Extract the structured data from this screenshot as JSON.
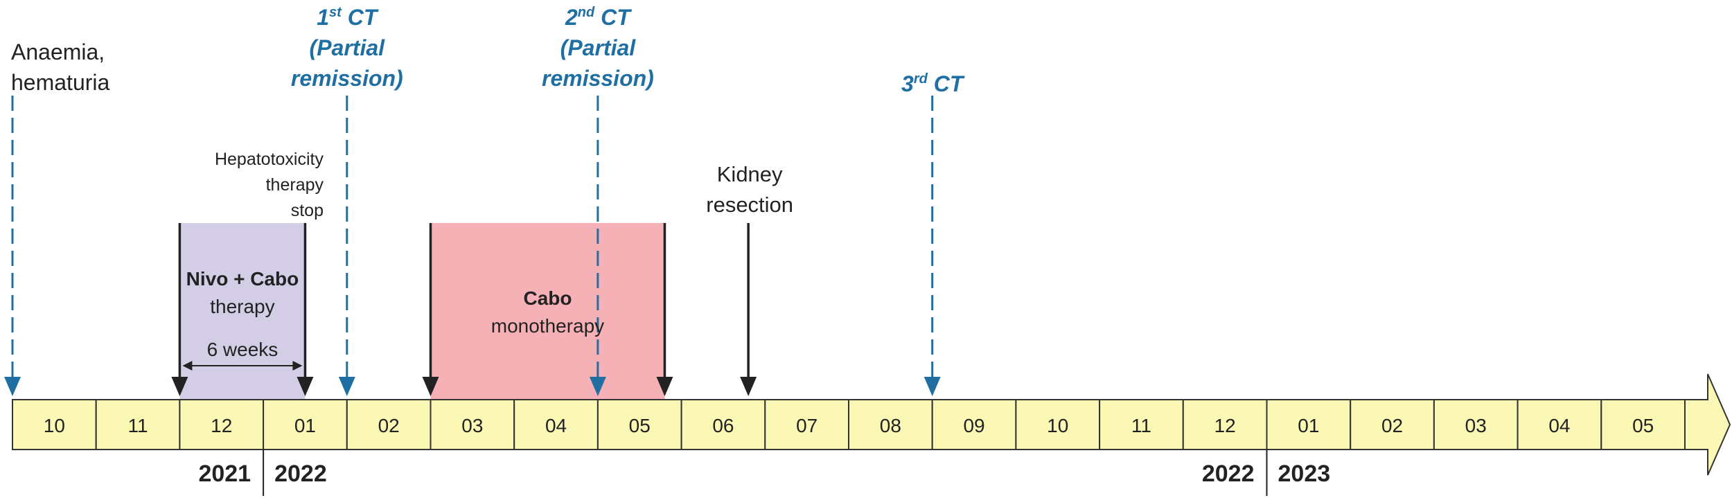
{
  "months": [
    "10",
    "11",
    "12",
    "01",
    "02",
    "03",
    "04",
    "05",
    "06",
    "07",
    "08",
    "09",
    "10",
    "11",
    "12",
    "01",
    "02",
    "03",
    "04",
    "05"
  ],
  "years": [
    {
      "label": "2021",
      "month_index": 2
    },
    {
      "label": "2022",
      "month_index": 3
    },
    {
      "label": "2022",
      "month_index": 14
    },
    {
      "label": "2023",
      "month_index": 15
    }
  ],
  "year_dividers": [
    3,
    15
  ],
  "periods": [
    {
      "name": "nivo-cabo-therapy-period",
      "start": 2,
      "end": 3.5,
      "color": "#d3cde6",
      "title": "Nivo + Cabo",
      "subtitle": "therapy",
      "duration_label": "6 weeks"
    },
    {
      "name": "cabo-monotherapy-period",
      "start": 5,
      "end": 7.8,
      "color": "#f6b1b6",
      "title": "Cabo",
      "subtitle": "monotherapy"
    }
  ],
  "events": [
    {
      "name": "anaemia-hematuria",
      "at": 0,
      "style": "dashed",
      "color": "#1f6fa3",
      "lines": [
        "Anaemia,",
        "hematuria"
      ],
      "align": "left"
    },
    {
      "name": "nivo-cabo-start",
      "at": 2,
      "style": "solid",
      "color": "#222222",
      "lines": []
    },
    {
      "name": "hepatotoxicity-therapy-stop",
      "at": 3.5,
      "style": "solid",
      "color": "#222222",
      "lines": [
        "Hepatotoxicity",
        "therapy",
        "stop"
      ],
      "align": "right"
    },
    {
      "name": "first-ct",
      "at": 4,
      "style": "dashed",
      "color": "#1f6fa3",
      "ct_num": "1",
      "ct_sup": "st",
      "lines": [
        "(Partial",
        "remission)"
      ]
    },
    {
      "name": "cabo-start",
      "at": 5,
      "style": "solid",
      "color": "#222222",
      "lines": []
    },
    {
      "name": "second-ct",
      "at": 7,
      "style": "dashed",
      "color": "#1f6fa3",
      "ct_num": "2",
      "ct_sup": "nd",
      "lines": [
        "(Partial",
        "remission)"
      ]
    },
    {
      "name": "cabo-stop",
      "at": 7.8,
      "style": "solid",
      "color": "#222222",
      "lines": []
    },
    {
      "name": "kidney-resection",
      "at": 8.8,
      "style": "solid",
      "color": "#222222",
      "lines": [
        "Kidney",
        "resection"
      ],
      "align": "center"
    },
    {
      "name": "third-ct",
      "at": 11,
      "style": "dashed",
      "color": "#1f6fa3",
      "ct_num": "3",
      "ct_sup": "rd",
      "lines": []
    }
  ],
  "ct_word": "CT",
  "colors": {
    "month_fill": "#fbf7b5",
    "border": "#333333",
    "blue_event": "#1f6fa3",
    "black_event": "#222222",
    "nivo_period": "#d3cde6",
    "cabo_period": "#f6b1b6"
  }
}
